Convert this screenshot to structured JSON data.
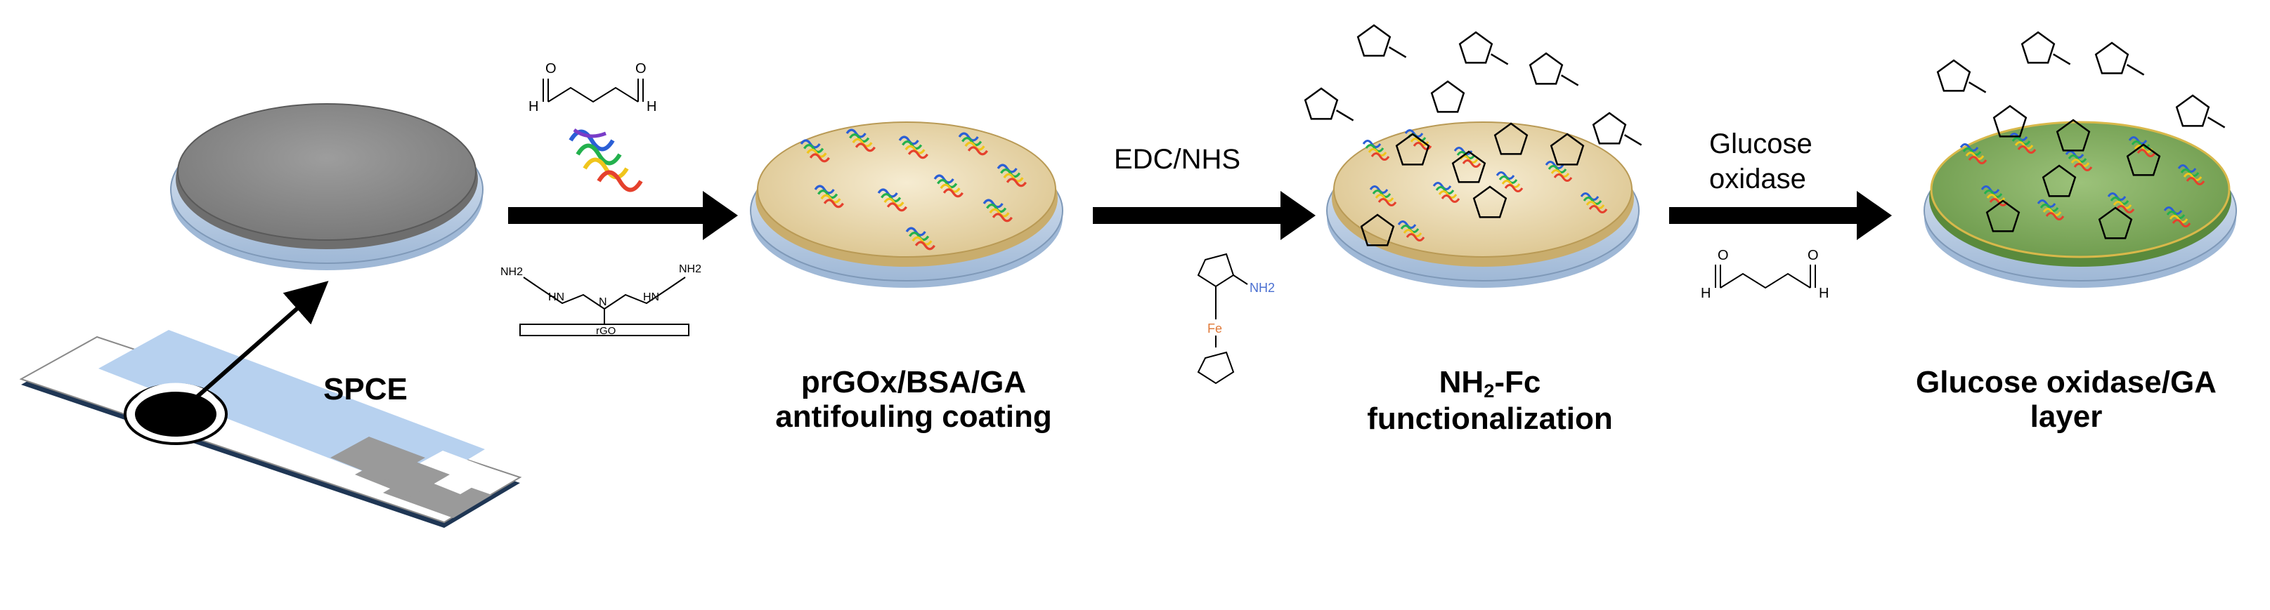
{
  "captions": {
    "spce": "SPCE",
    "stage1_line1": "prGOx/BSA/GA",
    "stage1_line2": "antifouling coating",
    "stage2_pre": "NH",
    "stage2_sub": "2",
    "stage2_post": "-Fc",
    "stage2_line2": "functionalization",
    "stage3_line1": "Glucose oxidase/GA",
    "stage3_line2": "layer"
  },
  "step_labels": {
    "step2": "EDC/NHS",
    "step3_line1": "Glucose",
    "step3_line2": "oxidase"
  },
  "molecule_labels": {
    "aldehyde_o": "O",
    "aldehyde_h": "H",
    "amine": "NH2",
    "amine_n": "HN",
    "branch_n": "N",
    "rgo": "rGO",
    "fe": "Fe",
    "ferrocene_amine": "NH2"
  },
  "colors": {
    "arrow": "#000000",
    "electrode_gray": "#8a8a8a",
    "disk_base_blue": "#b9d0e8",
    "coating_tan": "#e8d9b0",
    "enzyme_green": "#7da65a",
    "strip_blue": "#b7d1ef",
    "strip_dark": "#1f3654",
    "fe_orange": "#e07a3a",
    "nh2_blue": "#4a6fd1"
  }
}
